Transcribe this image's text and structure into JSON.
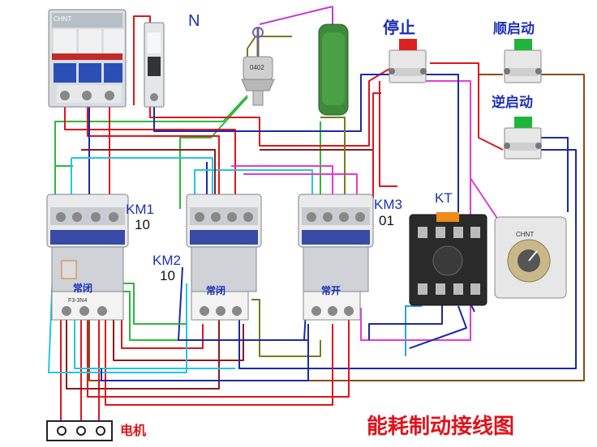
{
  "title": "能耗制动接线图",
  "neutral_label": "N",
  "motor_label": "电机",
  "contactors": [
    {
      "name": "KM1",
      "code": "10",
      "aux": "常闭"
    },
    {
      "name": "KM2",
      "code": "10",
      "aux": "常闭"
    },
    {
      "name": "KM3",
      "code": "01",
      "aux": "常开"
    }
  ],
  "timer_label": "KT",
  "buttons": {
    "stop": "停止",
    "forward_start": "顺启动",
    "reverse_start": "逆启动"
  },
  "device_marks": {
    "breaker_brand": "CHNT",
    "timer_brand": "CHNT",
    "relay_model": "F3-3N4",
    "diode_code": "0402"
  },
  "wire_colors": {
    "red": "#e0141c",
    "dark_red": "#8b1a1a",
    "blue": "#1a2aa8",
    "cyan": "#22c6e0",
    "green": "#2db83a",
    "magenta": "#e23bd8",
    "olive": "#7a7a1a",
    "brown": "#8a4a16"
  },
  "icons": [
    "circuit-breaker-icon",
    "single-pole-breaker-icon",
    "stud-diode-icon",
    "resistor-icon",
    "push-button-icon",
    "contactor-icon",
    "thermal-relay-icon",
    "relay-socket-icon",
    "time-relay-icon",
    "motor-terminal-icon"
  ]
}
